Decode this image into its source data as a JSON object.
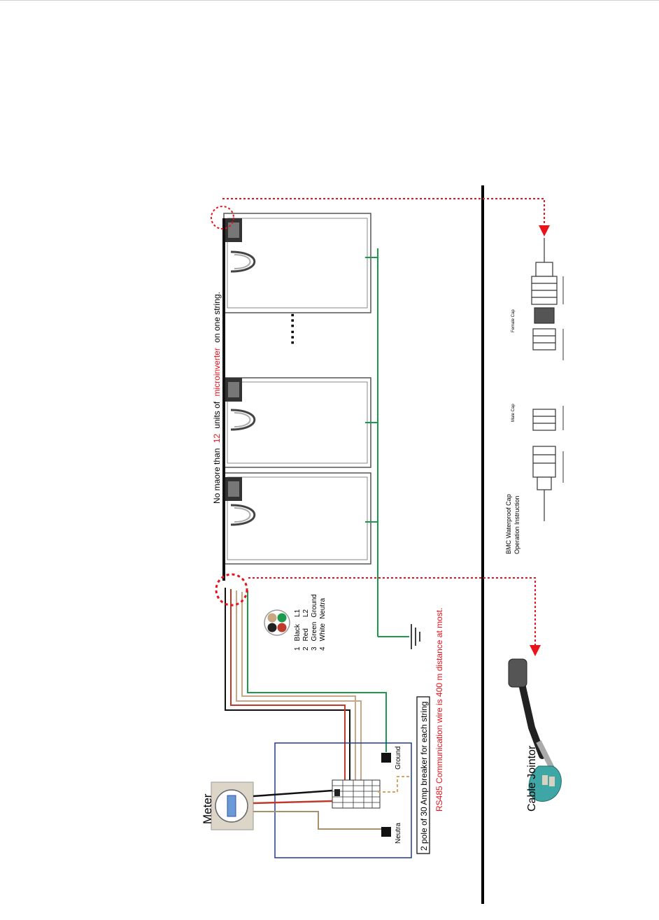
{
  "title_parts": {
    "prefix": "No maore than",
    "count": "12",
    "middle": "units of",
    "highlight": "microinverter",
    "suffix": "on one string."
  },
  "labels": {
    "meter": "Meter",
    "ground": "Ground",
    "neutral": "Neutra",
    "breaker_note": "2 pole of 30 Amp breaker for each string",
    "rs485_note": "RS485 Communication wire is 400 m distance at most.",
    "cable_jointor": "Cable Jointor",
    "ellipsis": "……",
    "bmc_line1": "BMC  Waterproof Cap",
    "bmc_line2": "Operation Instruction",
    "male_cap": "Male Cap",
    "female_cap": "Female Cap"
  },
  "pin_legend": [
    {
      "num": "1",
      "color": "Black",
      "signal": "L1"
    },
    {
      "num": "2",
      "color": "Red",
      "signal": "L2"
    },
    {
      "num": "3",
      "color": "Green",
      "signal": "Ground"
    },
    {
      "num": "4",
      "color": "White",
      "signal": "Neutra"
    }
  ],
  "colors": {
    "accent_red": "#e8131b",
    "wire_black": "#111111",
    "wire_red": "#c0392b",
    "wire_green": "#1a9a4a",
    "wire_tan": "#c8a882",
    "breaker_box_border": "#1e3a8a",
    "teal_connector": "#3fa6a6",
    "meter_face": "#ddd6c8"
  }
}
